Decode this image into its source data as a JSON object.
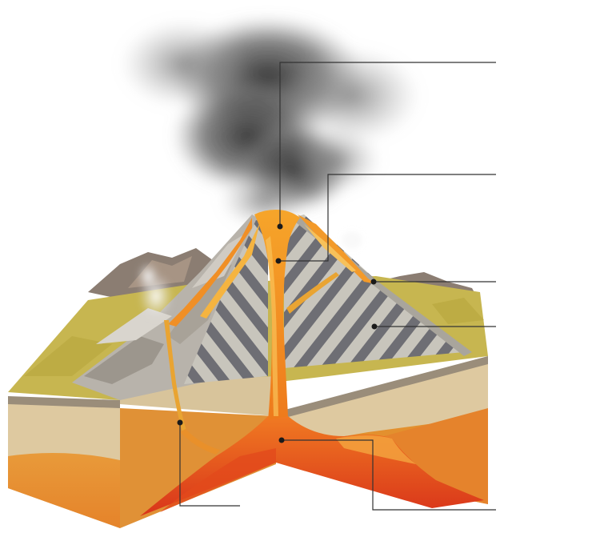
{
  "diagram": {
    "subject": "stratovolcano-cross-section",
    "labels_printed": [],
    "callouts": [
      {
        "id": "vent",
        "pointer": "crater-vent"
      },
      {
        "id": "main-conduit",
        "pointer": "upper-conduit"
      },
      {
        "id": "lava-flow",
        "pointer": "surface-lava-flow"
      },
      {
        "id": "strata",
        "pointer": "ash-lava-layers"
      },
      {
        "id": "side-vent-conduit",
        "pointer": "secondary-conduit"
      },
      {
        "id": "magma-chamber",
        "pointer": "magma-reservoir"
      }
    ]
  },
  "colors": {
    "smoke": "#3d3d3d",
    "magma": "#f08a1e",
    "magma_hot": "#e0451b",
    "strata_light": "#c9c6bd",
    "strata_dark": "#6b6b70",
    "bedrock": "#dcc9a4",
    "deep_rock": "#e9902e",
    "grass": "#c9b74e",
    "leader_line": "#333333"
  }
}
